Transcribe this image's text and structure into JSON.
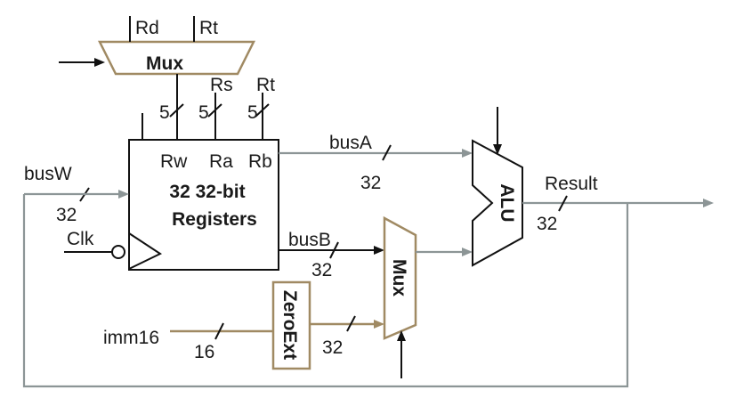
{
  "mux_top": {
    "label": "Mux",
    "input_rd": "Rd",
    "input_rt": "Rt"
  },
  "register_file": {
    "title_line1": "32 32-bit",
    "title_line2": "Registers",
    "port_rw": "Rw",
    "port_ra": "Ra",
    "port_rb": "Rb",
    "rs_label": "Rs",
    "rt_label": "Rt",
    "width_rw": "5",
    "width_ra": "5",
    "width_rb": "5"
  },
  "buses": {
    "busW": "busW",
    "busW_width": "32",
    "clk": "Clk",
    "busA": "busA",
    "busA_width": "32",
    "busB": "busB",
    "busB_width": "32"
  },
  "imm": {
    "label": "imm16",
    "width": "16",
    "ext_label": "ZeroExt",
    "ext_out_width": "32"
  },
  "mux_alu": {
    "label": "Mux"
  },
  "alu": {
    "label": "ALU",
    "result": "Result",
    "result_width": "32"
  },
  "colors": {
    "wire_black": "#111111",
    "wire_gray": "#8c9596",
    "block_outline_tan": "#a08a63"
  }
}
